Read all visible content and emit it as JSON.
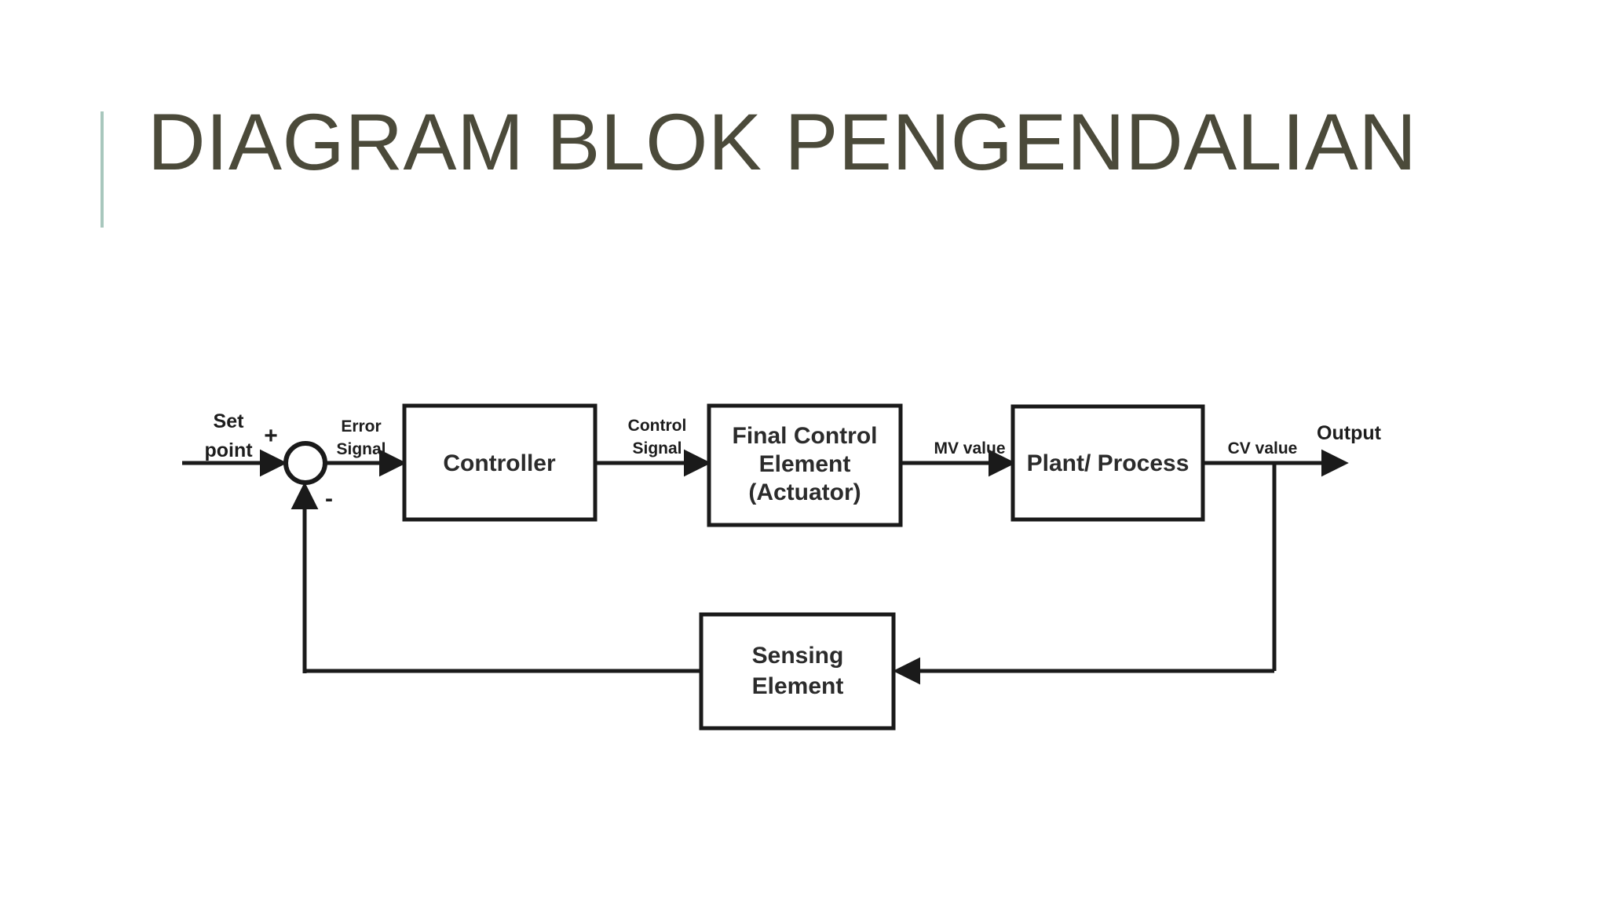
{
  "slide": {
    "title": "DIAGRAM BLOK PENGENDALIAN",
    "title_color": "#4b4a3a",
    "accent_color": "#a8c7bd",
    "background_color": "#ffffff"
  },
  "diagram": {
    "type": "block-diagram",
    "name": "closed-loop-control-block-diagram",
    "line_color": "#1a1a1a",
    "blocks": [
      {
        "id": "controller",
        "label": "Controller"
      },
      {
        "id": "final-control",
        "label_line1": "Final Control",
        "label_line2": "Element",
        "label_line3": "(Actuator)"
      },
      {
        "id": "plant-process",
        "label": "Plant/ Process"
      },
      {
        "id": "sensing-element",
        "label_line1": "Sensing",
        "label_line2": "Element"
      }
    ],
    "junction": {
      "id": "summing-junction",
      "plus_sign": "+",
      "minus_sign": "-"
    },
    "signals": [
      {
        "id": "set-point",
        "line1": "Set",
        "line2": "point"
      },
      {
        "id": "error-signal",
        "line1": "Error",
        "line2": "Signal"
      },
      {
        "id": "control-signal",
        "line1": "Control",
        "line2": "Signal"
      },
      {
        "id": "mv-value",
        "line1": "MV value"
      },
      {
        "id": "cv-value",
        "line1": "CV value"
      },
      {
        "id": "output",
        "line1": "Output"
      }
    ]
  }
}
